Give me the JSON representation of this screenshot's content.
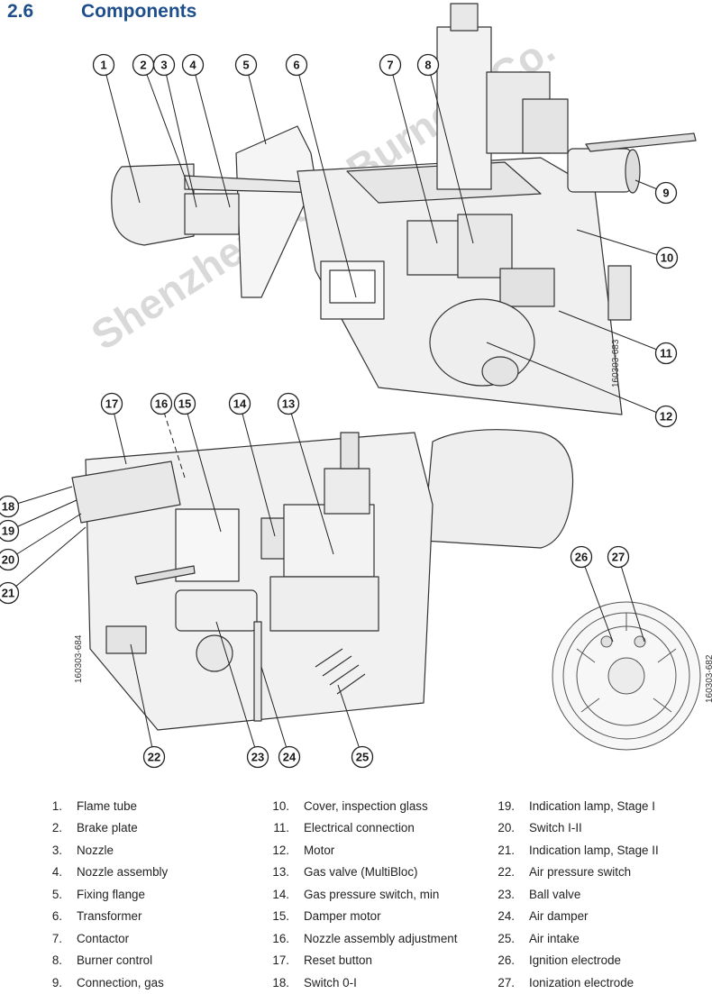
{
  "heading": {
    "number": "2.6",
    "title": "Components"
  },
  "watermark": "Shenzhen Jota Burners Co.",
  "drawing_ids": [
    "160303-683",
    "160303-684",
    "160303-682"
  ],
  "callouts": [
    "1",
    "2",
    "3",
    "4",
    "5",
    "6",
    "7",
    "8",
    "9",
    "10",
    "11",
    "12",
    "13",
    "14",
    "15",
    "16",
    "17",
    "18",
    "19",
    "20",
    "21",
    "22",
    "23",
    "24",
    "25",
    "26",
    "27"
  ],
  "legend": [
    {
      "n": "1.",
      "label": "Flame tube"
    },
    {
      "n": "2.",
      "label": "Brake plate"
    },
    {
      "n": "3.",
      "label": "Nozzle"
    },
    {
      "n": "4.",
      "label": "Nozzle assembly"
    },
    {
      "n": "5.",
      "label": "Fixing flange"
    },
    {
      "n": "6.",
      "label": "Transformer"
    },
    {
      "n": "7.",
      "label": "Contactor"
    },
    {
      "n": "8.",
      "label": "Burner control"
    },
    {
      "n": "9.",
      "label": "Connection, gas"
    },
    {
      "n": "10.",
      "label": "Cover, inspection glass"
    },
    {
      "n": "11.",
      "label": "Electrical connection"
    },
    {
      "n": "12.",
      "label": "Motor"
    },
    {
      "n": "13.",
      "label": "Gas valve (MultiBloc)"
    },
    {
      "n": "14.",
      "label": "Gas pressure switch, min"
    },
    {
      "n": "15.",
      "label": "Damper motor"
    },
    {
      "n": "16.",
      "label": "Nozzle assembly adjustment"
    },
    {
      "n": "17.",
      "label": "Reset button"
    },
    {
      "n": "18.",
      "label": "Switch 0-I"
    },
    {
      "n": "19.",
      "label": "Indication lamp, Stage I"
    },
    {
      "n": "20.",
      "label": "Switch I-II"
    },
    {
      "n": "21.",
      "label": "Indication lamp, Stage II"
    },
    {
      "n": "22.",
      "label": "Air pressure switch"
    },
    {
      "n": "23.",
      "label": "Ball valve"
    },
    {
      "n": "24.",
      "label": "Air damper"
    },
    {
      "n": "25.",
      "label": "Air intake"
    },
    {
      "n": "26.",
      "label": "Ignition electrode"
    },
    {
      "n": "27.",
      "label": "Ionization electrode"
    }
  ]
}
